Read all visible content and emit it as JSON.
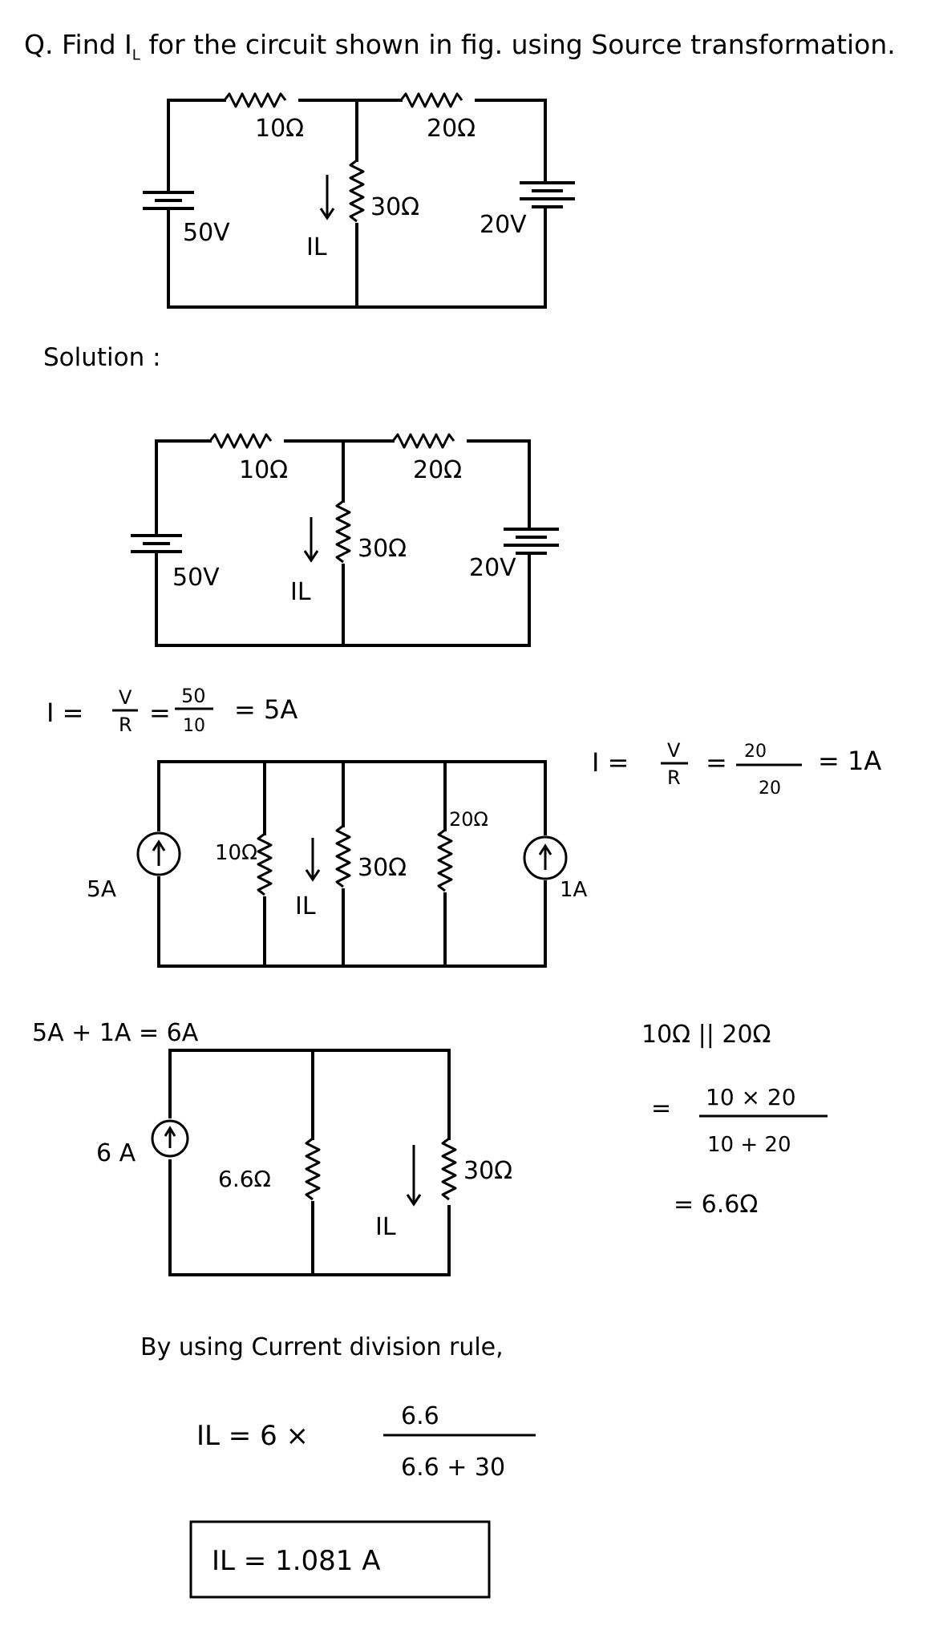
{
  "question": {
    "prefix": "Q. Find I",
    "sub": "L",
    "suffix": " for the circuit shown in fig. using Source transformation."
  },
  "solution_label": "Solution :",
  "circuit": {
    "r1": "10Ω",
    "r2": "20Ω",
    "r3": "30Ω",
    "v1": "50V",
    "v2": "20V",
    "load_current": "IL"
  },
  "transform": {
    "left_eq": {
      "lhs": "I =",
      "num1": "V",
      "den1": "R",
      "eq": "=",
      "num2": "50",
      "den2": "10",
      "result": "= 5A"
    },
    "right_eq": {
      "lhs": "I =",
      "num1": "V",
      "den1": "R",
      "eq": "=",
      "num2": "20",
      "den2": "20",
      "result": "= 1A"
    },
    "source_left": "5A",
    "source_right": "1A"
  },
  "combine": {
    "sum": "5A + 1A = 6A",
    "parallel_label": "10Ω || 20Ω",
    "parallel_num": "10 × 20",
    "parallel_den": "10 + 20",
    "parallel_result": "= 6.6Ω",
    "eq_sign": "=",
    "source": "6 A",
    "r_eq": "6.6Ω",
    "r_load": "30Ω"
  },
  "division": {
    "text": "By using Current division rule,",
    "lhs": "IL = 6 ×",
    "num": "6.6",
    "den": "6.6 + 30",
    "answer": "IL = 1.081 A"
  }
}
